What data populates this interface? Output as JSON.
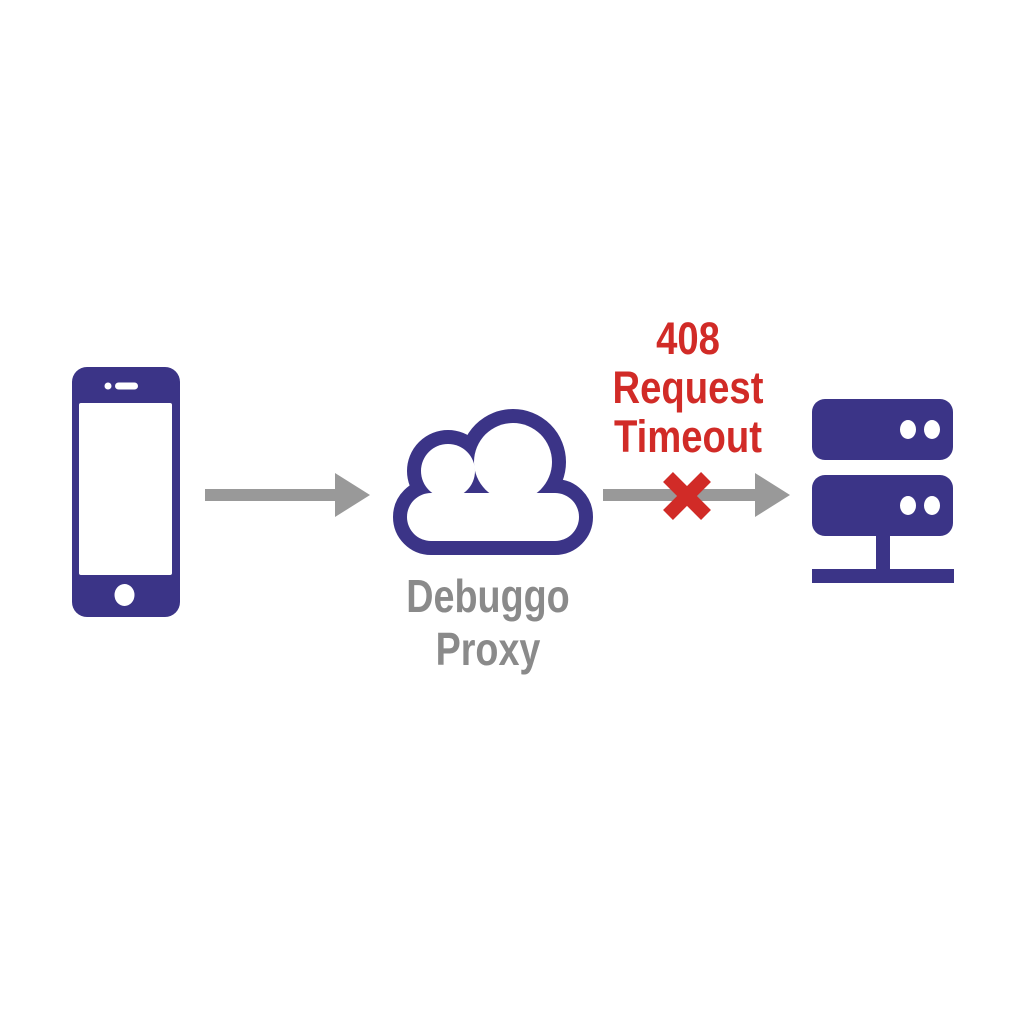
{
  "background": "#ffffff",
  "colors": {
    "indigo": "#3b3487",
    "arrow_gray": "#999999",
    "label_gray": "#8a8a8a",
    "error_red": "#d12b27",
    "white": "#ffffff"
  },
  "diagram": {
    "client": {
      "icon": "smartphone-icon"
    },
    "proxy": {
      "icon": "cloud-icon",
      "label_line1": "Debuggo",
      "label_line2": "Proxy"
    },
    "server": {
      "icon": "server-icon"
    },
    "error": {
      "code": "408",
      "reason_line1": "Request",
      "reason_line2": "Timeout",
      "mark": "x-mark-icon"
    },
    "arrows": [
      {
        "name": "client-to-proxy",
        "blocked": false
      },
      {
        "name": "proxy-to-server",
        "blocked": true
      }
    ]
  }
}
